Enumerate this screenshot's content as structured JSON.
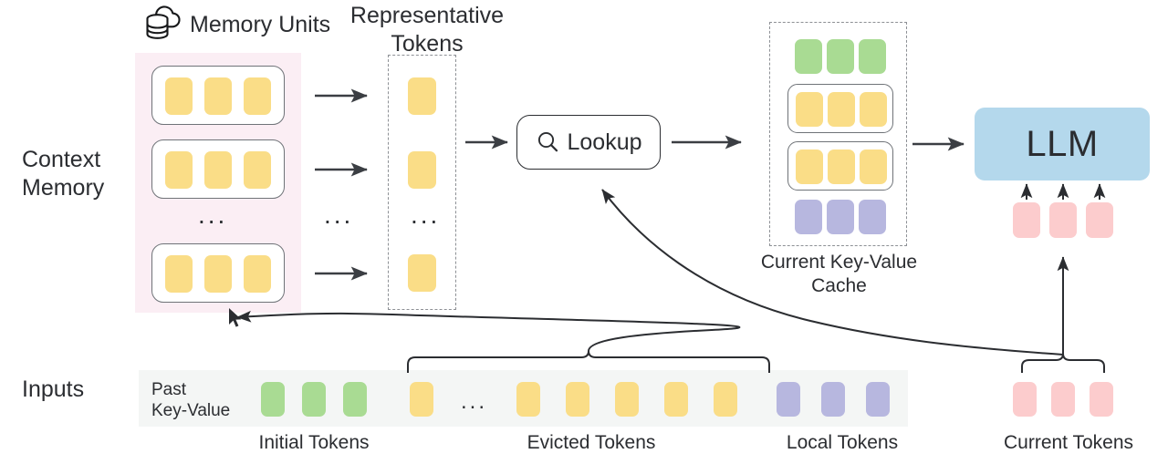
{
  "diagram": {
    "title": "Context Memory LLM KV-cache lookup architecture",
    "row_labels": {
      "context_memory": "Context\nMemory",
      "inputs": "Inputs"
    },
    "headings": {
      "memory_units": "Memory Units",
      "representative_tokens": "Representative\nTokens",
      "current_kv_cache": "Current Key-Value\nCache"
    },
    "lookup": {
      "label": "Lookup",
      "icon": "search-icon"
    },
    "llm": {
      "label": "LLM"
    },
    "cloud_icon": "cloud-database-icon",
    "ellipsis": "...",
    "memory_units": {
      "count_shown": 3,
      "tokens_per_unit": 3,
      "token_color": "#fadd87",
      "has_ellipsis_between": true
    },
    "representative_tokens": {
      "count_shown": 3,
      "token_color": "#fadd87",
      "has_ellipsis_between": true
    },
    "current_kv_cache": {
      "rows": [
        {
          "name": "initial-row",
          "color": "#a9db93",
          "tokens": 3,
          "boxed": false
        },
        {
          "name": "retrieved-row-1",
          "color": "#fadd87",
          "tokens": 3,
          "boxed": true
        },
        {
          "name": "retrieved-row-2",
          "color": "#fadd87",
          "tokens": 3,
          "boxed": true
        },
        {
          "name": "local-row",
          "color": "#b7b7df",
          "tokens": 3,
          "boxed": false
        }
      ]
    },
    "llm_input_tokens": {
      "count": 3,
      "color": "#fccccd"
    },
    "inputs_row": {
      "past_kv_label": "Past\nKey-Value",
      "segments": [
        {
          "name": "initial-tokens",
          "label": "Initial Tokens",
          "color": "#a9db93",
          "count": 3
        },
        {
          "name": "evicted-tokens",
          "label": "Evicted Tokens",
          "color": "#fadd87",
          "count": 6,
          "has_ellipsis": true
        },
        {
          "name": "local-tokens",
          "label": "Local Tokens",
          "color": "#b7b7df",
          "count": 3
        }
      ],
      "current_tokens": {
        "name": "current-tokens",
        "label": "Current Tokens",
        "color": "#fccccd",
        "count": 3
      }
    },
    "colors": {
      "yellow_token": "#fadd87",
      "green_token": "#a9db93",
      "purple_token": "#b7b7df",
      "pink_token": "#fccccd",
      "llm_blue": "#b4d8ec",
      "context_memory_bg": "#fbeef4",
      "inputs_bg": "#f4f6f5",
      "stroke": "#2b2d31"
    }
  }
}
